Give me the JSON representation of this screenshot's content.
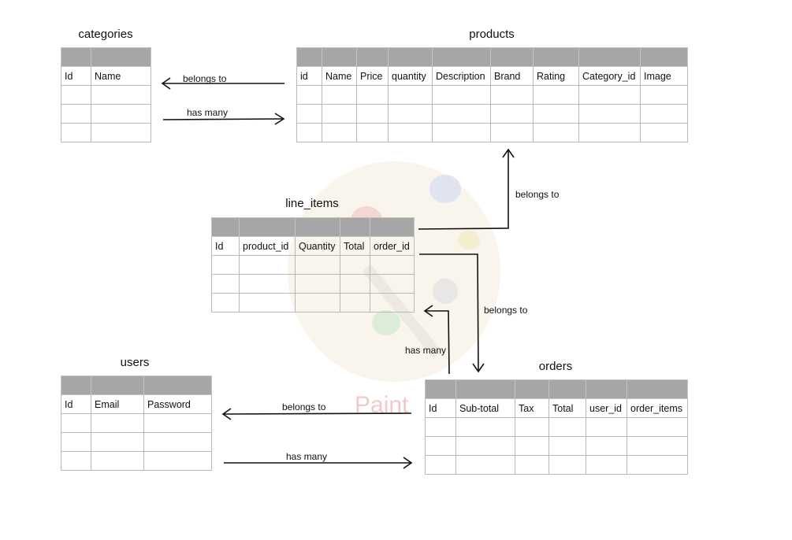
{
  "tables": {
    "categories": {
      "title": "categories",
      "columns": [
        "Id",
        "Name"
      ]
    },
    "products": {
      "title": "products",
      "columns": [
        "id",
        "Name",
        "Price",
        "quantity",
        "Description",
        "Brand",
        "Rating",
        "Category_id",
        "Image"
      ]
    },
    "line_items": {
      "title": "line_items",
      "columns": [
        "Id",
        "product_id",
        "Quantity",
        "Total",
        "order_id"
      ]
    },
    "users": {
      "title": "users",
      "columns": [
        "Id",
        "Email",
        "Password"
      ]
    },
    "orders": {
      "title": "orders",
      "columns": [
        "Id",
        "Sub-total",
        "Tax",
        "Total",
        "user_id",
        "order_items"
      ]
    }
  },
  "relations": {
    "products_to_categories": "belongs to",
    "categories_to_products": "has many",
    "line_items_to_products": "belongs to",
    "line_items_to_orders": "belongs to",
    "orders_to_line_items": "has many",
    "orders_to_users": "belongs to",
    "users_to_orders": "has many"
  },
  "watermark": {
    "text": "Paint",
    "icon": "palette-icon"
  }
}
